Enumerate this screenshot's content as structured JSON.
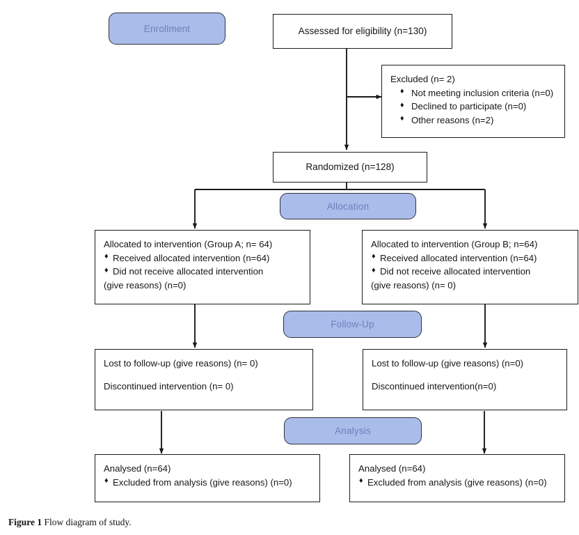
{
  "figure": {
    "caption_label": "Figure 1",
    "caption_text": "Flow diagram of study."
  },
  "colors": {
    "banner_fill": "#aabcea",
    "banner_border": "#30303c",
    "banner_text": "#6f7fbb",
    "box_border": "#1a1a1a",
    "box_fill": "#ffffff",
    "text": "#16161a"
  },
  "stages": {
    "enrollment": "Enrollment",
    "allocation": "Allocation",
    "followup": "Follow-Up",
    "analysis": "Analysis"
  },
  "nodes": {
    "assessed": {
      "text": "Assessed for eligibility (n=130)"
    },
    "excluded": {
      "heading": "Excluded (n= 2)",
      "items": [
        "Not meeting inclusion criteria (n=0)",
        "Declined to participate (n=0)",
        "Other reasons (n=2)"
      ],
      "bullet_glyph": "♦"
    },
    "randomized": {
      "text": "Randomized (n=128)"
    },
    "allocated_left": {
      "heading": "Allocated to intervention (Group A; n= 64)",
      "items": [
        "Received allocated intervention (n=64)",
        "Did not receive allocated intervention"
      ],
      "continuation": "(give reasons) (n=0)",
      "bullet_glyph": "♦"
    },
    "allocated_right": {
      "heading": "Allocated to intervention (Group B; n=64)",
      "items": [
        "Received allocated intervention (n=64)",
        "Did not receive allocated intervention"
      ],
      "continuation": "(give reasons) (n= 0)",
      "bullet_glyph": "♦"
    },
    "followup_left": {
      "line1": "Lost to follow-up (give reasons) (n= 0)",
      "line2": "Discontinued intervention (n= 0)"
    },
    "followup_right": {
      "line1": "Lost to follow-up (give reasons) (n=0)",
      "line2": "Discontinued intervention(n=0)"
    },
    "analysed_left": {
      "heading": "Analysed (n=64)",
      "items": [
        "Excluded from analysis (give reasons) (n=0)"
      ],
      "bullet_glyph": "♦"
    },
    "analysed_right": {
      "heading": "Analysed (n=64)",
      "items": [
        "Excluded from analysis (give reasons) (n=0)"
      ],
      "bullet_glyph": "♦"
    }
  }
}
